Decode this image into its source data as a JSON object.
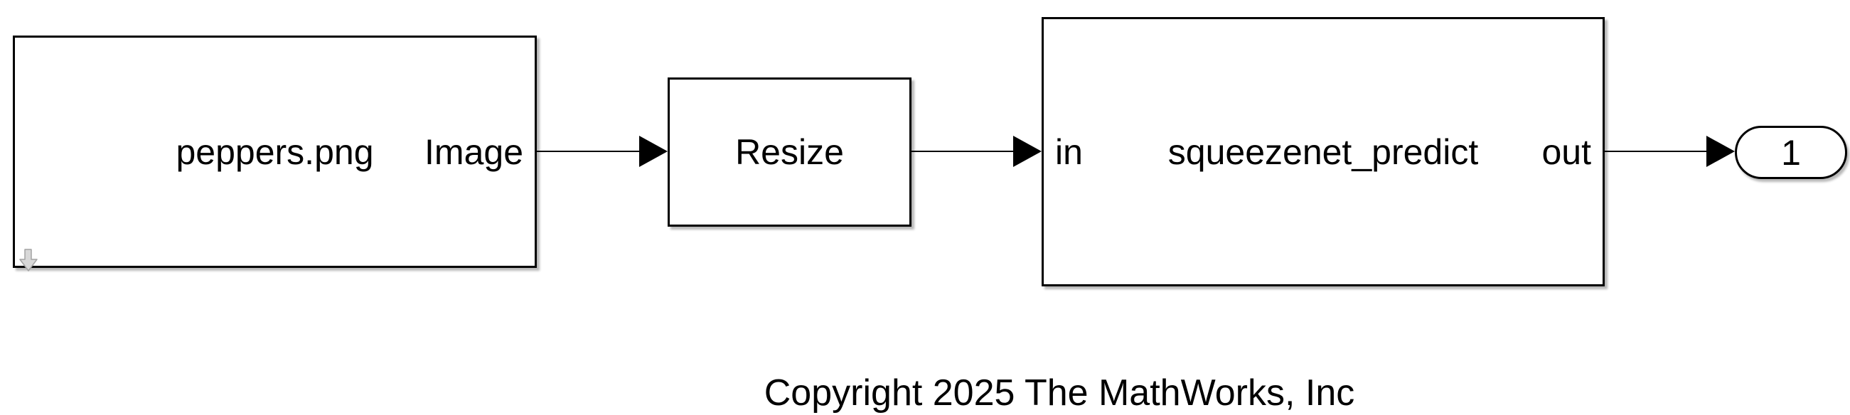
{
  "diagram": {
    "background_color": "#ffffff",
    "stroke_color": "#000000",
    "shadow_color": "#b8b8b8",
    "blocks": {
      "image_from_file": {
        "filename": "peppers.png",
        "output_port_label": "Image",
        "corner_icon": "down-arrow-icon",
        "icon_fill": "#d8d8d8",
        "icon_stroke": "#a3a3a3"
      },
      "resize": {
        "label": "Resize"
      },
      "squeezenet": {
        "input_port_label": "in",
        "label": "squeezenet_predict",
        "output_port_label": "out"
      },
      "outport": {
        "label": "1"
      }
    },
    "annotation": {
      "copyright": "Copyright 2025 The MathWorks, Inc"
    }
  }
}
